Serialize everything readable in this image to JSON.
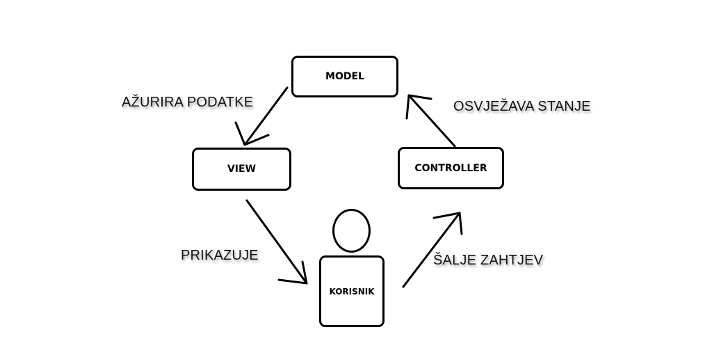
{
  "nodes": {
    "model": "MODEL",
    "view": "VIEW",
    "controller": "CONTROLLER",
    "user": "KORISNIK"
  },
  "edges": {
    "model_to_view": "AŽURIRA PODATKE",
    "controller_to_model": "OSVJEŽAVA STANJE",
    "view_to_user": "PRIKAZUJE",
    "user_to_controller": "ŠALJE ZAHTJEV"
  }
}
